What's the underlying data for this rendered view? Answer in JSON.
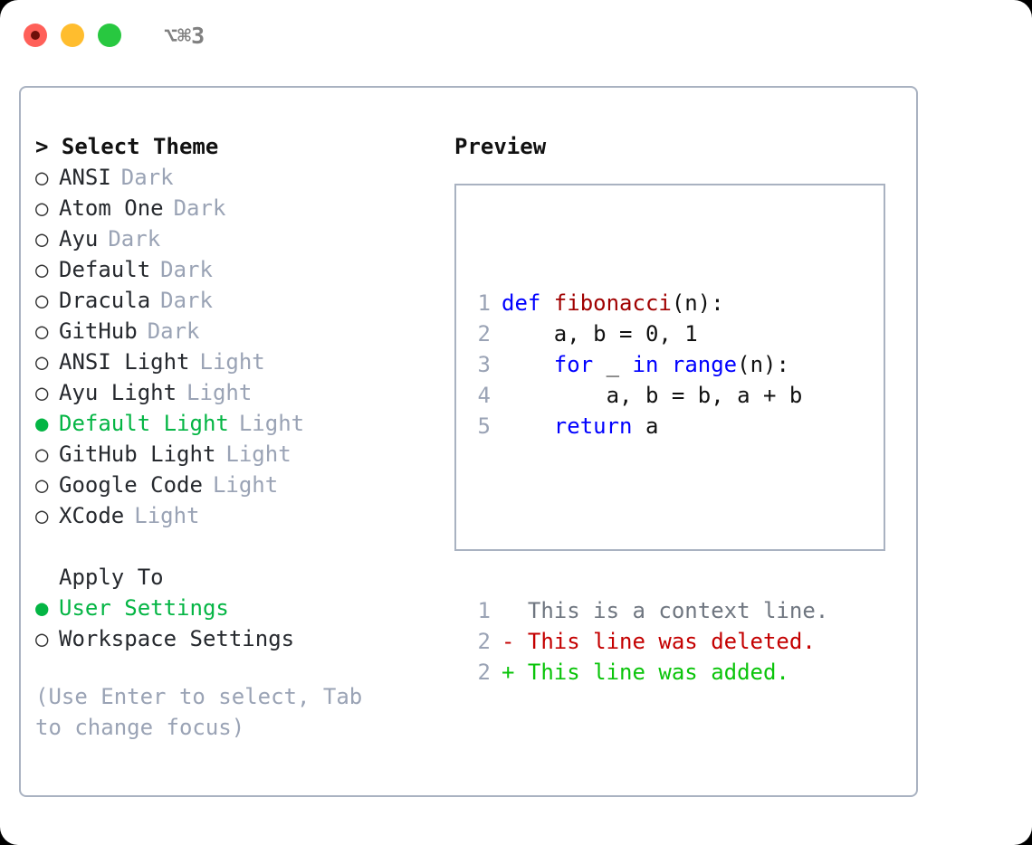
{
  "titlebar": {
    "shortcut": "⌥⌘3",
    "lights": [
      {
        "name": "close",
        "color": "#ff6059"
      },
      {
        "name": "minimize",
        "color": "#ffbd2e"
      },
      {
        "name": "maximize",
        "color": "#28c840"
      }
    ]
  },
  "theme_picker": {
    "header": "> Select Theme",
    "marker_selected": "●",
    "marker_unselected": "○",
    "items": [
      {
        "label": "ANSI",
        "suffix": "Dark",
        "selected": false
      },
      {
        "label": "Atom One",
        "suffix": "Dark",
        "selected": false
      },
      {
        "label": "Ayu",
        "suffix": "Dark",
        "selected": false
      },
      {
        "label": "Default",
        "suffix": "Dark",
        "selected": false
      },
      {
        "label": "Dracula",
        "suffix": "Dark",
        "selected": false
      },
      {
        "label": "GitHub",
        "suffix": "Dark",
        "selected": false
      },
      {
        "label": "ANSI Light",
        "suffix": "Light",
        "selected": false
      },
      {
        "label": "Ayu Light",
        "suffix": "Light",
        "selected": false
      },
      {
        "label": "Default Light",
        "suffix": "Light",
        "selected": true
      },
      {
        "label": "GitHub Light",
        "suffix": "Light",
        "selected": false
      },
      {
        "label": "Google Code",
        "suffix": "Light",
        "selected": false
      },
      {
        "label": "XCode",
        "suffix": "Light",
        "selected": false
      }
    ]
  },
  "apply_to": {
    "header": "Apply To",
    "items": [
      {
        "label": "User Settings",
        "selected": true
      },
      {
        "label": "Workspace Settings",
        "selected": false
      }
    ]
  },
  "hint": "(Use Enter to select, Tab to change focus)",
  "preview": {
    "title": "Preview",
    "code_lines": [
      {
        "no": "1",
        "tokens": [
          {
            "t": "def ",
            "c": "kw"
          },
          {
            "t": "fibonacci",
            "c": "fn"
          },
          {
            "t": "(n):",
            "c": "plain"
          }
        ]
      },
      {
        "no": "2",
        "tokens": [
          {
            "t": "    a, b = 0, 1",
            "c": "plain"
          }
        ]
      },
      {
        "no": "3",
        "tokens": [
          {
            "t": "    ",
            "c": "plain"
          },
          {
            "t": "for",
            "c": "kw"
          },
          {
            "t": " _ ",
            "c": "plain"
          },
          {
            "t": "in",
            "c": "kw"
          },
          {
            "t": " ",
            "c": "plain"
          },
          {
            "t": "range",
            "c": "kw"
          },
          {
            "t": "(n):",
            "c": "plain"
          }
        ]
      },
      {
        "no": "4",
        "tokens": [
          {
            "t": "        a, b = b, a + b",
            "c": "plain"
          }
        ]
      },
      {
        "no": "5",
        "tokens": [
          {
            "t": "    ",
            "c": "plain"
          },
          {
            "t": "return",
            "c": "kw"
          },
          {
            "t": " a",
            "c": "plain"
          }
        ]
      }
    ],
    "diff_lines": [
      {
        "no": "1",
        "text": "  This is a context line.",
        "kind": "ctx"
      },
      {
        "no": "2",
        "text": "- This line was deleted.",
        "kind": "del"
      },
      {
        "no": "2",
        "text": "+ This line was added.",
        "kind": "add"
      }
    ]
  },
  "colors": {
    "accent_green": "#04b544",
    "muted": "#9aa3b5",
    "border": "#a9b2c1",
    "keyword_blue": "#0000ff",
    "function_red": "#a00000",
    "diff_delete": "#c40000",
    "diff_add": "#0ac40a"
  }
}
